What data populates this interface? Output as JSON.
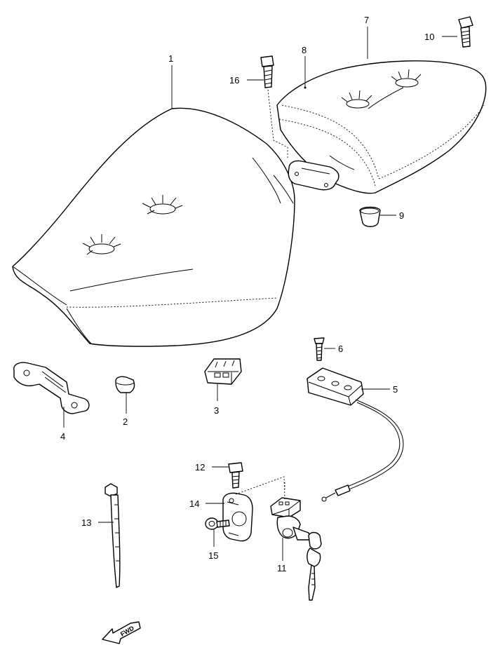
{
  "diagram": {
    "callouts": {
      "p1": "1",
      "p2": "2",
      "p3": "3",
      "p4": "4",
      "p5": "5",
      "p6": "6",
      "p7": "7",
      "p8": "8",
      "p9": "9",
      "p10": "10",
      "p11": "11",
      "p12": "12",
      "p13": "13",
      "p14": "14",
      "p15": "15",
      "p16": "16"
    },
    "direction_label": "FWD"
  }
}
